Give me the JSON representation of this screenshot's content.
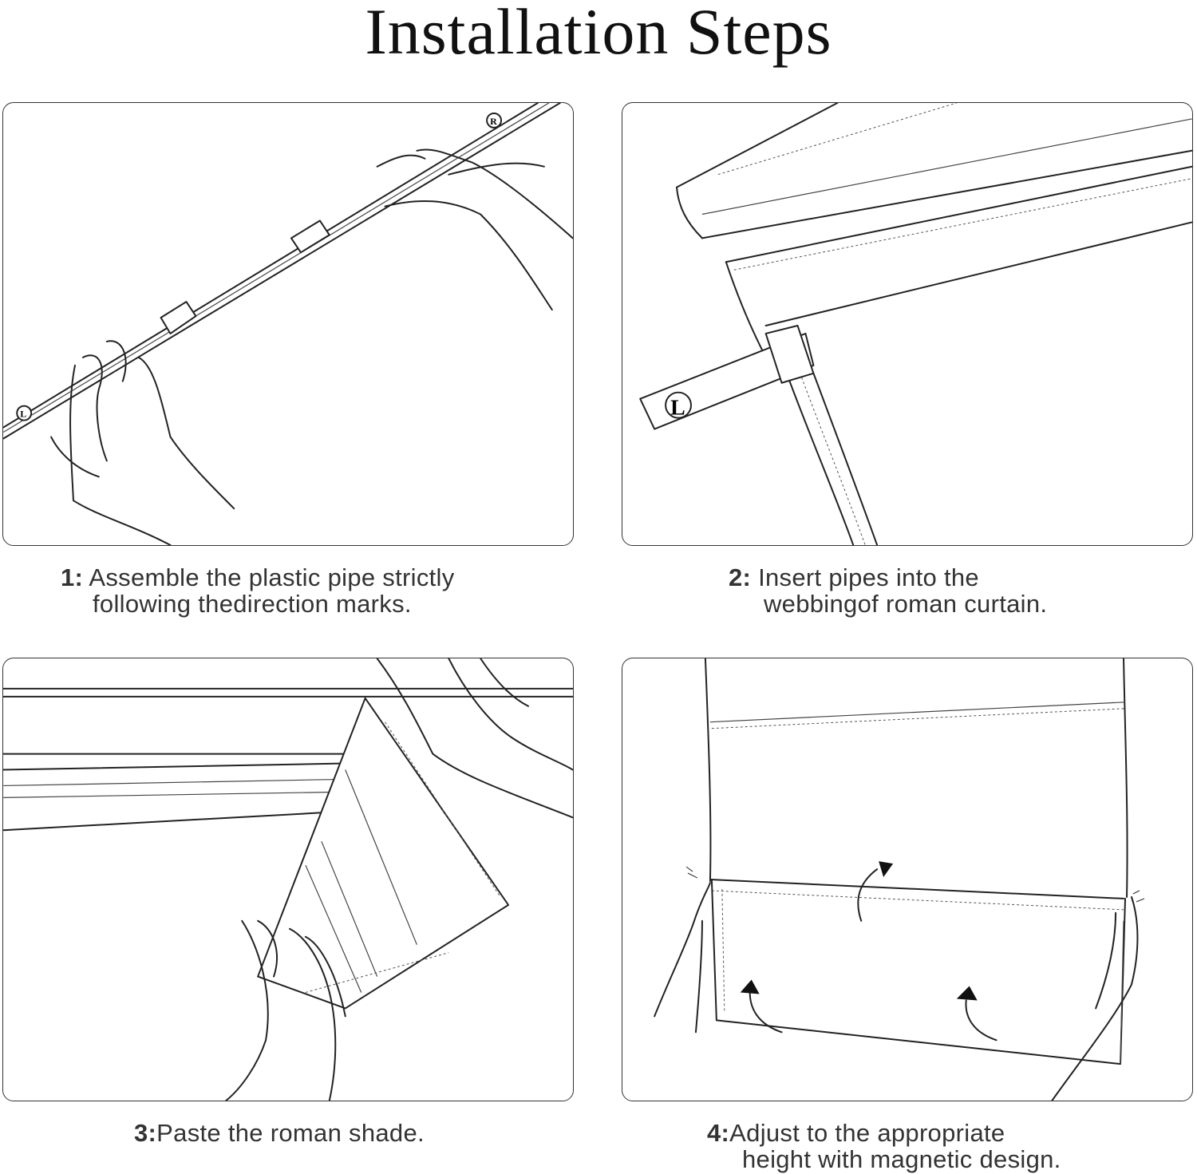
{
  "title": "Installation Steps",
  "steps": [
    {
      "number": "1:",
      "line1": "Assemble the plastic pipe strictly",
      "line2": "following thedirection marks.",
      "marks": {
        "left": "L",
        "right": "R"
      }
    },
    {
      "number": "2:",
      "line1": "Insert pipes into the",
      "line2": "webbingof roman curtain.",
      "marks": {
        "left": "L"
      }
    },
    {
      "number": "3:",
      "line1": "Paste the roman shade."
    },
    {
      "number": "4:",
      "line1": "Adjust to the appropriate",
      "line2": "height with magnetic design."
    }
  ]
}
